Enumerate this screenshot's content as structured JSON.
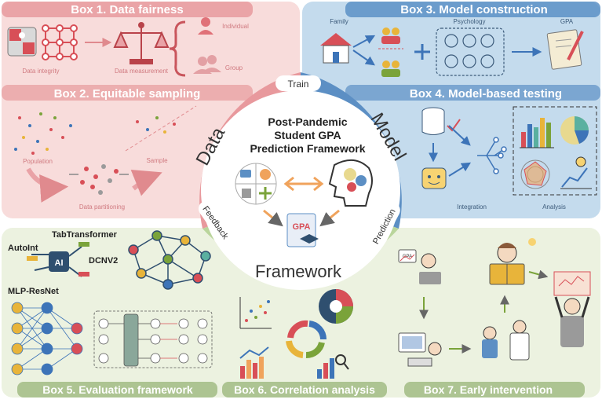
{
  "colors": {
    "data_red": "#e89a9e",
    "model_blue": "#5b8fc4",
    "framework_green": "#b9d49a",
    "box_pink": "#f6d7d6",
    "box_blue": "#bfd7ea",
    "box_green": "#e9f0dc",
    "accent_orange": "#f0a35c"
  },
  "boxes": {
    "box1": {
      "title": "Box 1. Data fairness",
      "labels": {
        "data_integrity": "Data integrity",
        "data_measurement": "Data measurement",
        "individual": "Individual",
        "group": "Group"
      }
    },
    "box2": {
      "title": "Box 2. Equitable sampling",
      "labels": {
        "population": "Population",
        "sample": "Sample",
        "data_partitioning": "Data partitioning"
      }
    },
    "box3": {
      "title": "Box 3. Model construction",
      "labels": {
        "family": "Family",
        "psychology": "Psychology",
        "gpa": "GPA"
      }
    },
    "box4": {
      "title": "Box 4. Model-based testing",
      "labels": {
        "integration": "Integration",
        "analysis": "Analysis"
      }
    },
    "box5": {
      "title": "Box 5. Evaluation framework",
      "labels": {
        "tabtransformer": "TabTransformer",
        "autoint": "AutoInt",
        "ai": "AI",
        "dcnv2": "DCNV2",
        "mlp_resnet": "MLP-ResNet"
      }
    },
    "box6": {
      "title": "Box 6. Correlation analysis"
    },
    "box7": {
      "title": "Box 7. Early intervention",
      "labels": {
        "gpa_screen": "GPA"
      }
    }
  },
  "ring": {
    "data": "Data",
    "model": "Model",
    "framework": "Framework",
    "train": "Train",
    "prediction": "Prediction",
    "feedback": "Feedback"
  },
  "center": {
    "line1": "Post-Pandemic",
    "line2": "Student GPA",
    "line3": "Prediction Framework",
    "doc_label": "GPA"
  },
  "icons": [
    "puzzle-icon",
    "network-grid-icon",
    "balance-scale-icon",
    "person-icon",
    "house-icon",
    "emoji-faces-icon",
    "pen-paper-icon",
    "database-icon",
    "robot-icon",
    "tree-icon",
    "bar-chart-icon",
    "pie-chart-icon",
    "radar-chart-icon",
    "neural-network-icon",
    "cycle-icon",
    "reading-student-icon",
    "doctor-icon"
  ]
}
